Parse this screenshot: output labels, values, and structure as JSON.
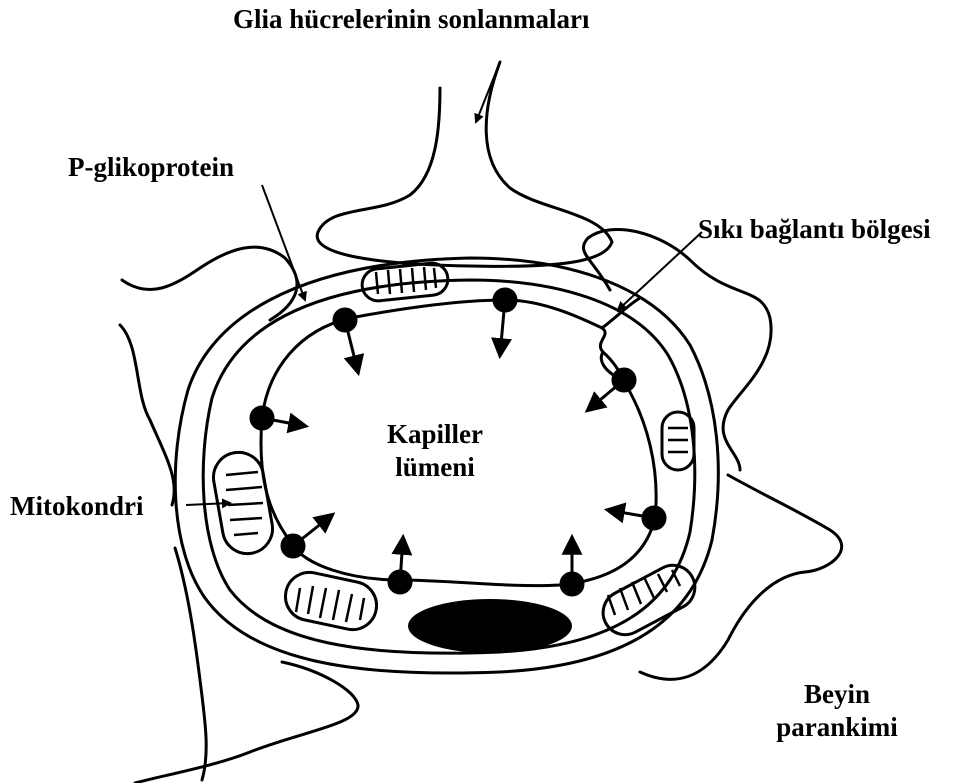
{
  "labels": {
    "glia_endings": "Glia hücrelerinin sonlanmaları",
    "p_glycoprotein": "P-glikoprotein",
    "tight_junction": "Sıkı bağlantı bölgesi",
    "capillary_lumen_line1": "Kapiller",
    "capillary_lumen_line2": "lümeni",
    "mitochondria": "Mitokondri",
    "brain_parenchyma_line1": "Beyin",
    "brain_parenchyma_line2": "parankimi"
  },
  "colors": {
    "ink": "#000000",
    "background": "#ffffff"
  }
}
